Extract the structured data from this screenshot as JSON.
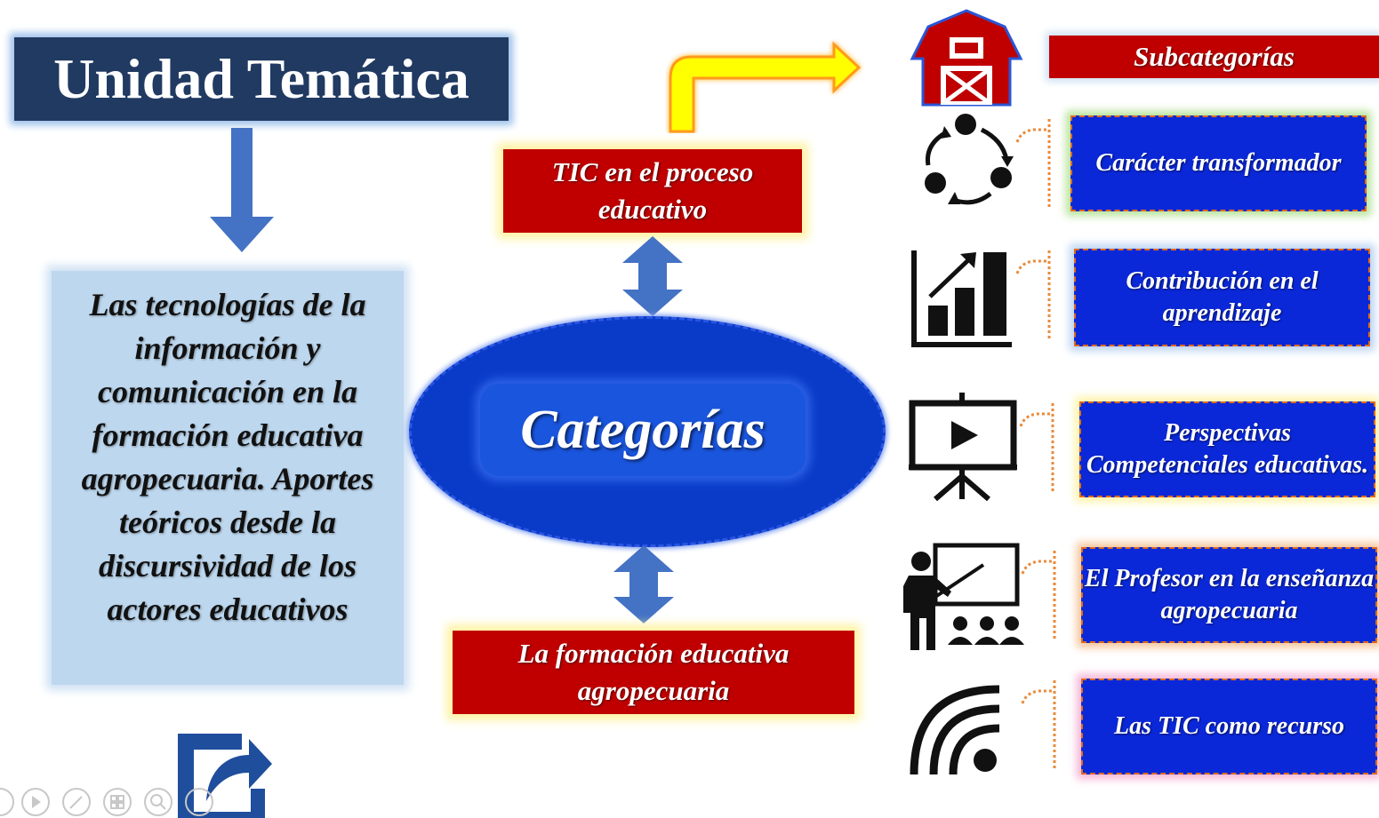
{
  "title": "Unidad Temática",
  "theme_text": "Las tecnologías de la información y comunicación en la formación educativa agropecuaria. Aportes teóricos desde la discursividad de los actores educativos",
  "categories_label": "Categorías",
  "category_top": "TIC en el proceso educativo",
  "category_bottom": "La formación educativa agropecuaria",
  "subcategories_header": "Subcategorías",
  "subcategories": [
    {
      "label": "Carácter transformador",
      "icon": "cycle-icon"
    },
    {
      "label": "Contribución en el aprendizaje",
      "icon": "growth-chart-icon"
    },
    {
      "label": "Perspectivas Competenciales educativas.",
      "icon": "presentation-screen-icon"
    },
    {
      "label": "El Profesor en la enseñanza agropecuaria",
      "icon": "teacher-class-icon"
    },
    {
      "label": "Las TIC como recurso",
      "icon": "wifi-signal-icon"
    }
  ],
  "colors": {
    "title_bg": "#213a62",
    "theme_bg": "#bdd7ee",
    "red": "#c00000",
    "blue_item": "#0a28d8",
    "ellipse": "#0a3bc8",
    "arrow": "#4472c4",
    "yellow_arrow": "#ffff00"
  }
}
